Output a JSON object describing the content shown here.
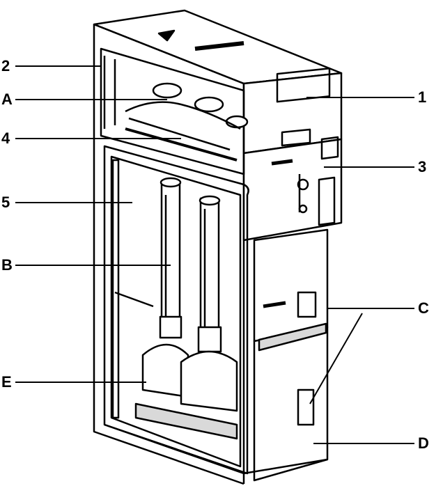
{
  "labels": {
    "left": {
      "label_2": "2",
      "label_a": "A",
      "label_4": "4",
      "label_5": "5",
      "label_b": "B",
      "label_e": "E"
    },
    "right": {
      "label_1": "1",
      "label_3": "3",
      "label_c": "C",
      "label_d": "D"
    }
  },
  "colors": {
    "line": "#000000",
    "paper": "#ffffff",
    "shade": "#d9d9d9"
  }
}
